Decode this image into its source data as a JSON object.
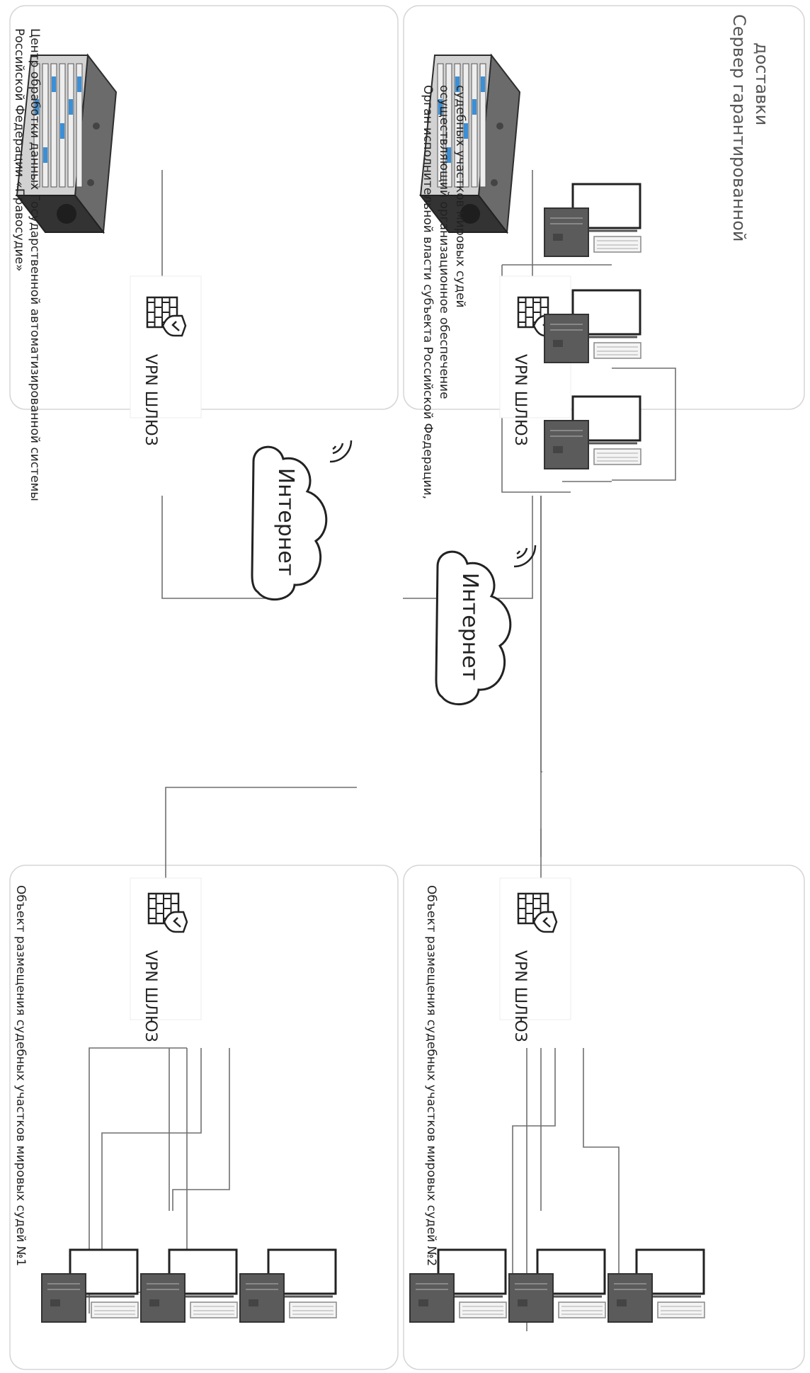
{
  "regions": {
    "data_center": {
      "label_lines": [
        "Центр обработки данных Государственной автоматизированной системы",
        "Российской Федерации «Правосудие»"
      ],
      "gateway_label": "VPN ШЛЮЗ"
    },
    "executive_authority": {
      "label_lines": [
        "Орган исполнительной власти субъекта Российской Федерации,",
        "осуществляющий организационное обеспечение",
        "судебных участков мировых судей"
      ],
      "gateway_label": "VPN ШЛЮЗ",
      "server_label_lines": [
        "Сервер гарантированной",
        "доставки"
      ]
    },
    "site_1": {
      "label": "Объект размещения судебных участков мировых судей №1",
      "gateway_label": "VPN ШЛЮЗ"
    },
    "site_2": {
      "label": "Объект размещения судебных участков мировых судей №2",
      "gateway_label": "VPN ШЛЮЗ"
    }
  },
  "clouds": {
    "upper": "Интернет",
    "lower": "Интернет"
  },
  "icons": {
    "server": "server-rack-icon",
    "gateway": "firewall-shield-icon",
    "workstation": "desktop-computer-icon",
    "cloud": "internet-cloud-icon",
    "wifi": "wifi-signal-icon"
  },
  "colors": {
    "line": "#6f6f6f",
    "panel_border": "#d6d6d6",
    "server_body": "#4a4a4a",
    "server_accent": "#3b8fd6",
    "text": "#222222"
  }
}
